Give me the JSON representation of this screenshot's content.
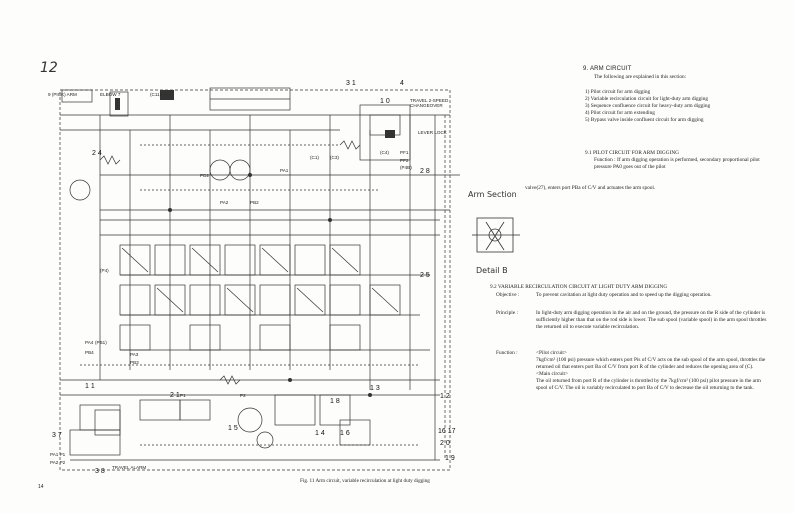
{
  "page": {
    "handwritten_number": "12",
    "page_number": "14",
    "figure_caption": "Fig. 11  Arm circuit, variable recirculation at light duty digging"
  },
  "schematic_labels": {
    "top": [
      "9 (PICK)  ARM",
      "ELBOW 7",
      "(C11)",
      "TRAVEL 2-SPEED CHANGEOVER",
      "LEVER LOCK",
      "1 0",
      "3 1",
      "4"
    ],
    "mid": [
      "PA1",
      "PD2",
      "PA2",
      "PB2",
      "(C1)",
      "(C3)",
      "(C4)",
      "PA4",
      "PB4",
      "P1",
      "P2",
      "PF1",
      "PF2",
      "(PB1)",
      "(P4)",
      "(P4B)",
      "PA3",
      "PB3",
      "2 4",
      "2 5",
      "2 8"
    ],
    "bottom": [
      "1 1",
      "1 4",
      "1 5",
      "1 6",
      "1 2",
      "1 3",
      "1 8",
      "1 9",
      "2 0",
      "3 7",
      "3 8",
      "2 1",
      "16 17",
      "PA1 P1",
      "PA2 P2",
      "TRAVEL ALARM"
    ]
  },
  "section9": {
    "heading": "9.  ARM CIRCUIT",
    "intro": "The following are explained in this section:",
    "items": [
      "1) Pilot circuit for arm digging",
      "2) Variable recirculation circuit for light-duty arm digging",
      "3) Sequence confluence circuit for heavy-duty arm digging",
      "4) Pilot circuit for arm extending",
      "5) Bypass valve inside confluent circuit for arm digging"
    ],
    "sub1_heading": "9.1  PILOT CIRCUIT FOR ARM DIGGING",
    "sub1_body_a": "Function : If arm digging operation is performed, secondary proportional pilot pressure PA0 goes out of the pilot",
    "sub1_body_b": "valve(27), enters port PBa of C/V and actuates the arm spool."
  },
  "detail": {
    "arm_section": "Arm Section",
    "detail_b": "Detail B"
  },
  "section92": {
    "heading": "9.2  VARIABLE RECIRCULATION CIRCUIT AT LIGHT DUTY ARM DIGGING",
    "objective_k": "Objective :",
    "objective_v": "To prevent cavitation at light duty operation and to speed up the digging operation.",
    "principle_k": "Principle :",
    "principle_v": "In light-duty arm digging operation in the air and on the ground, the pressure on the R side of the cylinder is sufficiently higher than that on the rod side is lower. The sub spool (variable spool) in the arm spool throttles the returned oil to execute variable recirculation.",
    "function_k": "Function :",
    "function_v1": "<Pilot circuit>",
    "function_v2": "7kgf/cm² (100 psi) pressure which enters port Pis of C/V acts on the sub spool of the arm spool, throttles the returned oil that enters port Ba of C/V from port R of the cylinder and reduces the opening area of (C).",
    "function_v3": "<Main circuit>",
    "function_v4": "The oil returned from port R of the cylinder is throttled by the 7kgf/cm² (100 psi) pilot pressure in the arm spool of C/V. The oil is variably recirculated to port Ba of C/V to decrease the oil returning to the tank."
  }
}
